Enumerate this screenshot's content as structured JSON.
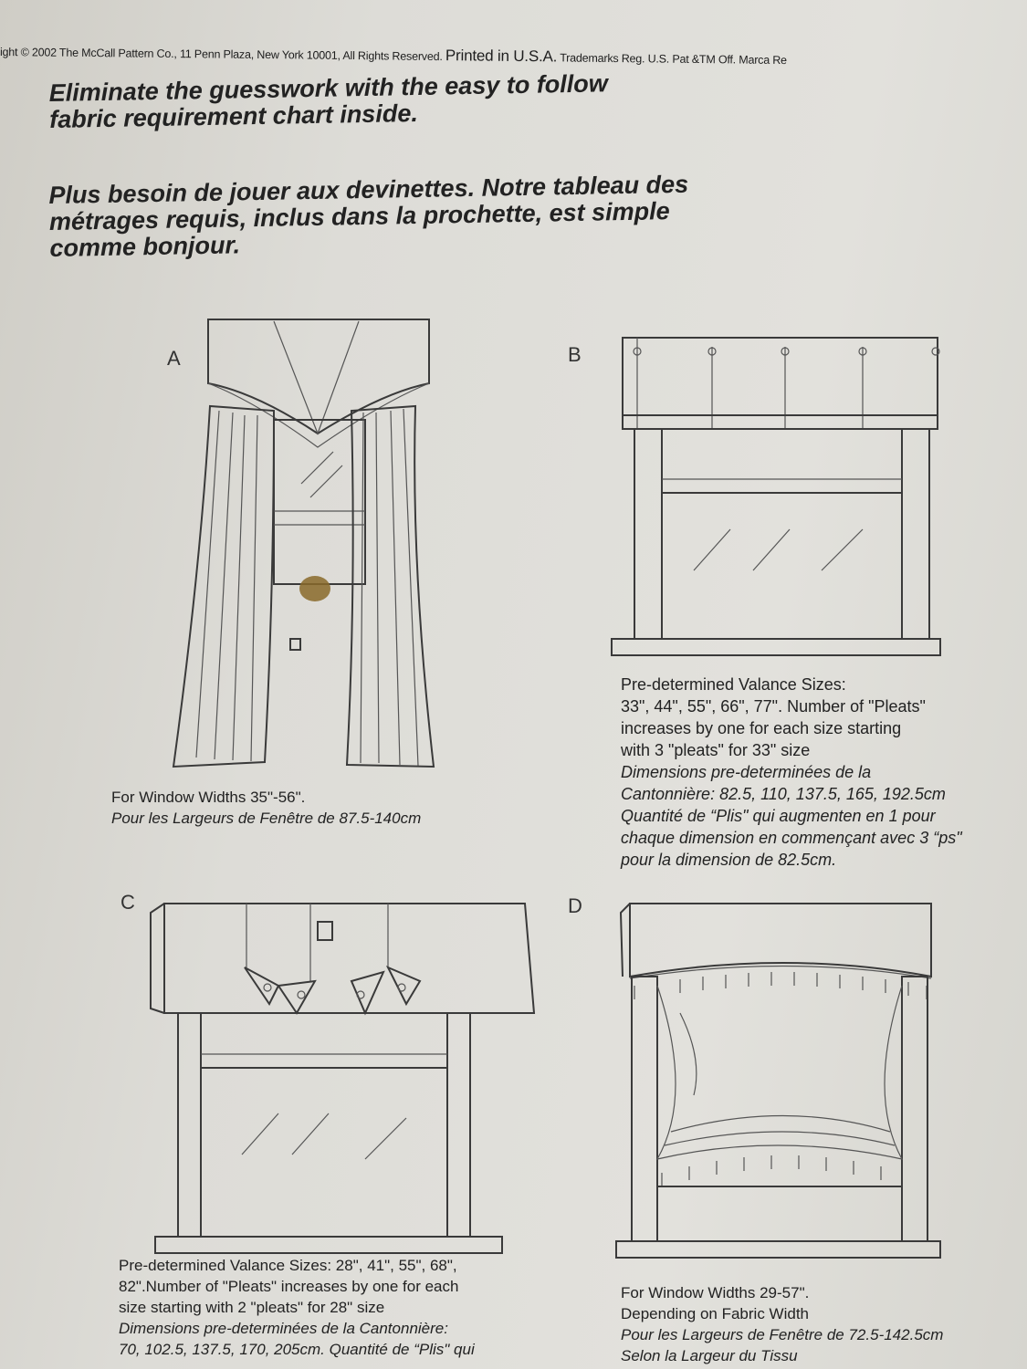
{
  "copyright": {
    "line": "ight © 2002 The McCall Pattern Co., 11 Penn Plaza, New York 10001, All Rights Reserved.",
    "printed": "Printed in U.S.A.",
    "trademarks": "Trademarks Reg. U.S. Pat &TM Off. Marca Re"
  },
  "headline_en": [
    "Eliminate the guesswork with the easy to follow",
    "fabric requirement chart inside."
  ],
  "headline_fr": [
    "Plus besoin de jouer aux devinettes. Notre tableau des",
    "métrages requis, inclus dans la prochette, est simple",
    "comme bonjour."
  ],
  "views": {
    "A": {
      "letter": "A",
      "caption": [
        "For Window Widths 35\"-56\".",
        "Pour les Largeurs de Fenêtre de 87.5-140cm"
      ]
    },
    "B": {
      "letter": "B",
      "caption": [
        "Pre-determined Valance Sizes:",
        "33\", 44\", 55\", 66\", 77\". Number of \"Pleats\"",
        "increases by one for each size starting",
        "with 3 \"pleats\" for 33\" size",
        "Dimensions pre-determinées de la",
        "Cantonnière: 82.5, 110, 137.5, 165, 192.5cm",
        "Quantité de “Plis\" qui augmenten en 1 pour",
        "chaque dimension en commençant avec 3 “ps\"",
        "pour la dimension de 82.5cm."
      ]
    },
    "C": {
      "letter": "C",
      "caption": [
        "Pre-determined Valance Sizes: 28\", 41\", 55\", 68\",",
        "82\".Number of \"Pleats\" increases by one for each",
        "size starting with 2 \"pleats\" for 28\" size",
        "Dimensions pre-determinées de la Cantonnière:",
        "70, 102.5, 137.5, 170, 205cm. Quantité de “Plis\" qui"
      ]
    },
    "D": {
      "letter": "D",
      "caption": [
        "For Window Widths 29-57\".",
        "Depending on Fabric Width",
        "Pour les Largeurs de Fenêtre de 72.5-142.5cm",
        "Selon la Largeur du Tissu"
      ]
    }
  }
}
